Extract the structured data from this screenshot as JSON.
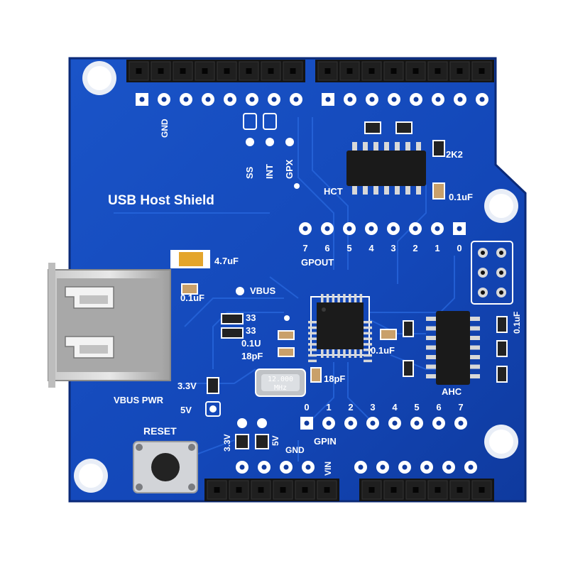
{
  "board": {
    "title": "USB Host Shield",
    "colors": {
      "pcb": "#1347b8",
      "pcb_dark": "#0c2f86",
      "trace": "#1f5fd6",
      "silkscreen": "#ffffff",
      "header": "#141414"
    }
  },
  "labels": {
    "gnd_top": "GND",
    "ss": "SS",
    "int": "INT",
    "gpx": "GPX",
    "hct": "HCT",
    "r_2k2": "2K2",
    "cap_01uf_top": "0.1uF",
    "gpout": "GPOUT",
    "gpout_pins": [
      "7",
      "6",
      "5",
      "4",
      "3",
      "2",
      "1",
      "0"
    ],
    "cap_47uf": "4.7uF",
    "vbus": "VBUS",
    "cap_01uf_left": "0.1uF",
    "r33_a": "33",
    "r33_b": "33",
    "cap_01u_mid": "0.1U",
    "cap_18pf_a": "18pF",
    "cap_01uf_mid": "0.1uF",
    "cap_01uf_right": "0.1uF",
    "crystal": "12.000\nMHz",
    "cap_18pf_b": "18pF",
    "ahc": "AHC",
    "v33": "3.3V",
    "vbus_pwr": "VBUS PWR",
    "v5": "5V",
    "gpin_pins": [
      "0",
      "1",
      "2",
      "3",
      "4",
      "5",
      "6",
      "7"
    ],
    "gpin": "GPIN",
    "reset": "RESET",
    "v33_bottom": "3.3V",
    "v5_bottom": "5V",
    "gnd_bottom": "GND",
    "vin": "VIN"
  }
}
